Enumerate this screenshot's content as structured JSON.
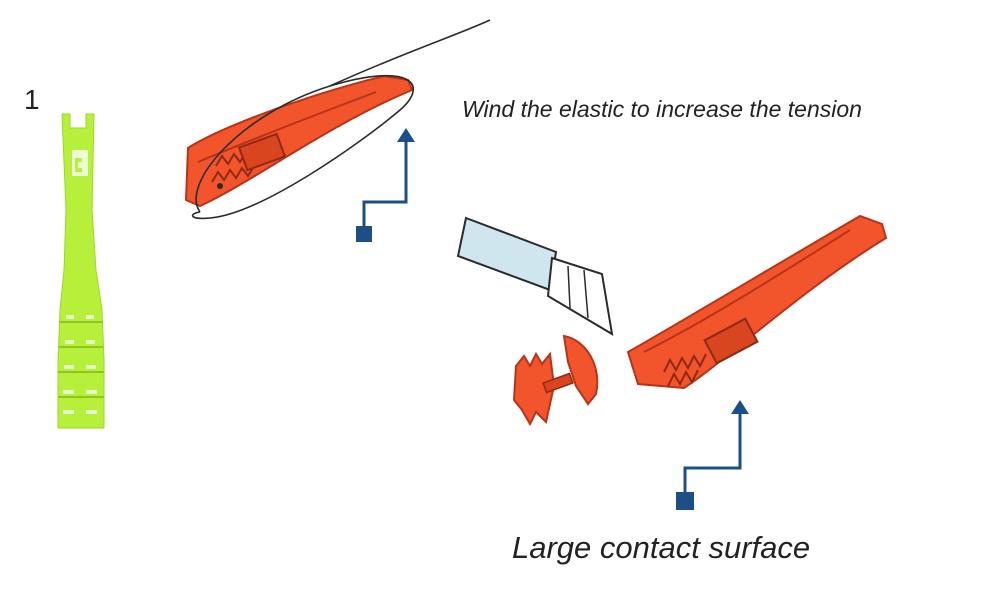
{
  "step_label": "1",
  "captions": {
    "wind_elastic": "Wind the elastic to increase the tension",
    "contact_surface": "Large contact surface"
  },
  "colors": {
    "connector_green": "#b6f03a",
    "clip_orange": "#f2552b",
    "clip_dark": "#b8331a",
    "callout_blue": "#1c4f86",
    "elastic_line": "#2b2b2b",
    "blade_blue": "#cfe6ef"
  },
  "icons": [
    "green-connector-icon",
    "orange-clip-icon",
    "elastic-line-icon",
    "utility-knife-icon",
    "cut-clip-piece-icon",
    "callout-arrow-icon"
  ]
}
